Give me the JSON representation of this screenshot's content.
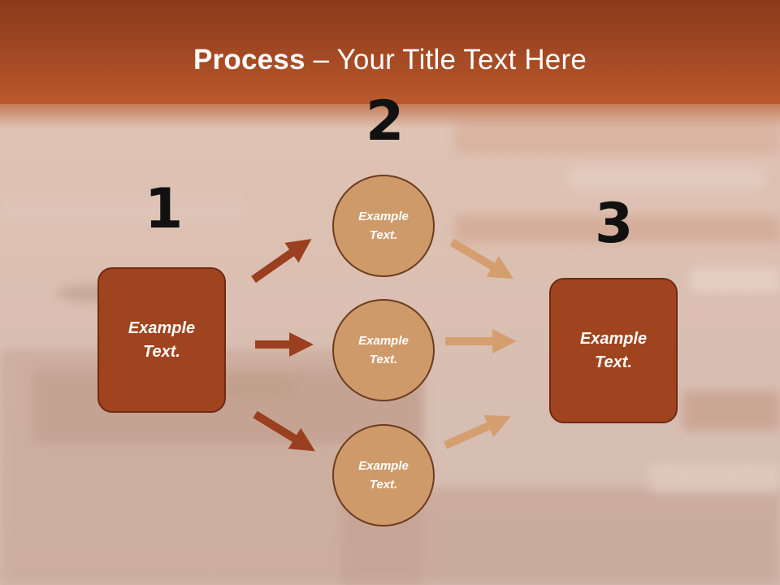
{
  "title": {
    "bold": "Process",
    "rest": " – Your Title Text Here"
  },
  "steps": [
    {
      "number": "1",
      "text": "Example\nText."
    },
    {
      "number": "2",
      "items": [
        "Example\nText.",
        "Example\nText.",
        "Example\nText."
      ]
    },
    {
      "number": "3",
      "text": "Example\nText."
    }
  ],
  "colors": {
    "header": "#a44a24",
    "box_fill": "#a0441f",
    "circle_fill": "#cf9a69",
    "arrow_dark": "#9a3f1f",
    "arrow_light": "#d49e6e"
  }
}
